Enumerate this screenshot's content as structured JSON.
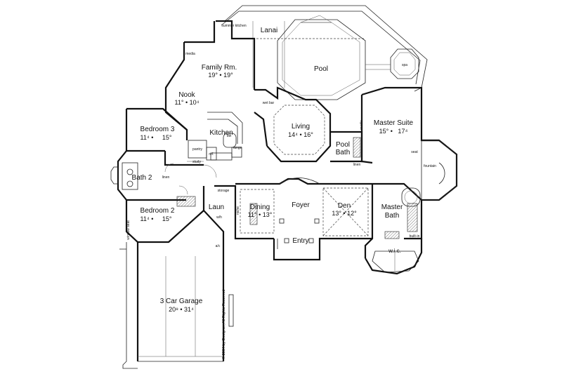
{
  "rooms": {
    "lanai": {
      "name": "Lanai"
    },
    "pool": {
      "name": "Pool"
    },
    "family": {
      "name": "Family Rm.",
      "dim": "19° • 19°"
    },
    "nook": {
      "name": "Nook",
      "dim": "11° • 10⁴"
    },
    "kitchen": {
      "name": "Kitchen"
    },
    "bedroom3": {
      "name": "Bedroom 3",
      "dim": "11⁴ •     15°"
    },
    "bath2": {
      "name": "Bath 2"
    },
    "bedroom2": {
      "name": "Bedroom 2",
      "dim": "11⁴ •     15°"
    },
    "living": {
      "name": "Living",
      "dim": "14⁴ • 16°"
    },
    "pool_bath": {
      "name": "Pool",
      "name2": "Bath"
    },
    "master_suite": {
      "name": "Master Suite",
      "dim": "15° •   17⁴"
    },
    "dining": {
      "name": "Dining",
      "dim": "11° • 13°"
    },
    "foyer": {
      "name": "Foyer"
    },
    "den": {
      "name": "Den",
      "dim": "13° • 12°"
    },
    "master_bath": {
      "name": "Master",
      "name2": "Bath"
    },
    "entry": {
      "name": "Entry"
    },
    "laun": {
      "name": "Laun"
    },
    "wic": {
      "name": "w.i.c."
    },
    "garage": {
      "name": "3 Car Garage",
      "dim": "20⁸ • 31⁴"
    }
  },
  "small_labels": {
    "summer_kitchen": "summer kitchen",
    "media_family": "media",
    "media_master": "media",
    "wet_bar": "wet bar",
    "pantry": "pantry",
    "ref": "ref.",
    "range": "range",
    "study": "study",
    "linen_bath2": "linen",
    "storage": "storage",
    "niche": "niche",
    "linen_master": "linen",
    "spa": "spa",
    "fountain": "fountain",
    "seat": "seat",
    "built_in": "built-in",
    "window_seat": "window seat",
    "dw": "dw",
    "a_c": "a/c",
    "wh": "w/h"
  },
  "copyright": "© 2004 by Designer, All Rights Reserved"
}
